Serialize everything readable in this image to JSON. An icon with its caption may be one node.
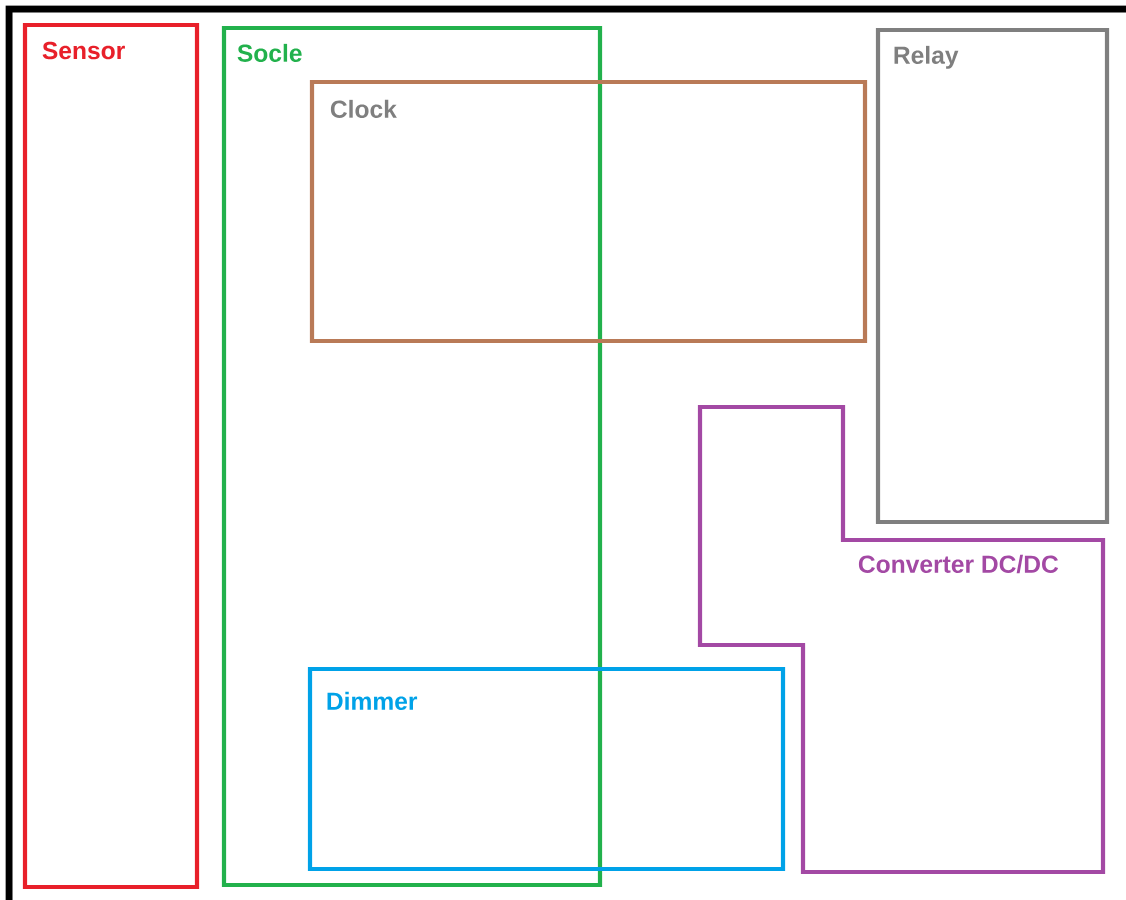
{
  "diagram": {
    "nodes": [
      {
        "text": [
          "Sensor"
        ]
      },
      {
        "text": [
          "Socle"
        ]
      },
      {
        "text": [
          "Relay"
        ]
      },
      {
        "text": [
          "Clock"
        ]
      },
      {
        "text": [
          "Converter DC/DC"
        ]
      },
      {
        "text": [
          "Dimmer"
        ]
      }
    ]
  }
}
